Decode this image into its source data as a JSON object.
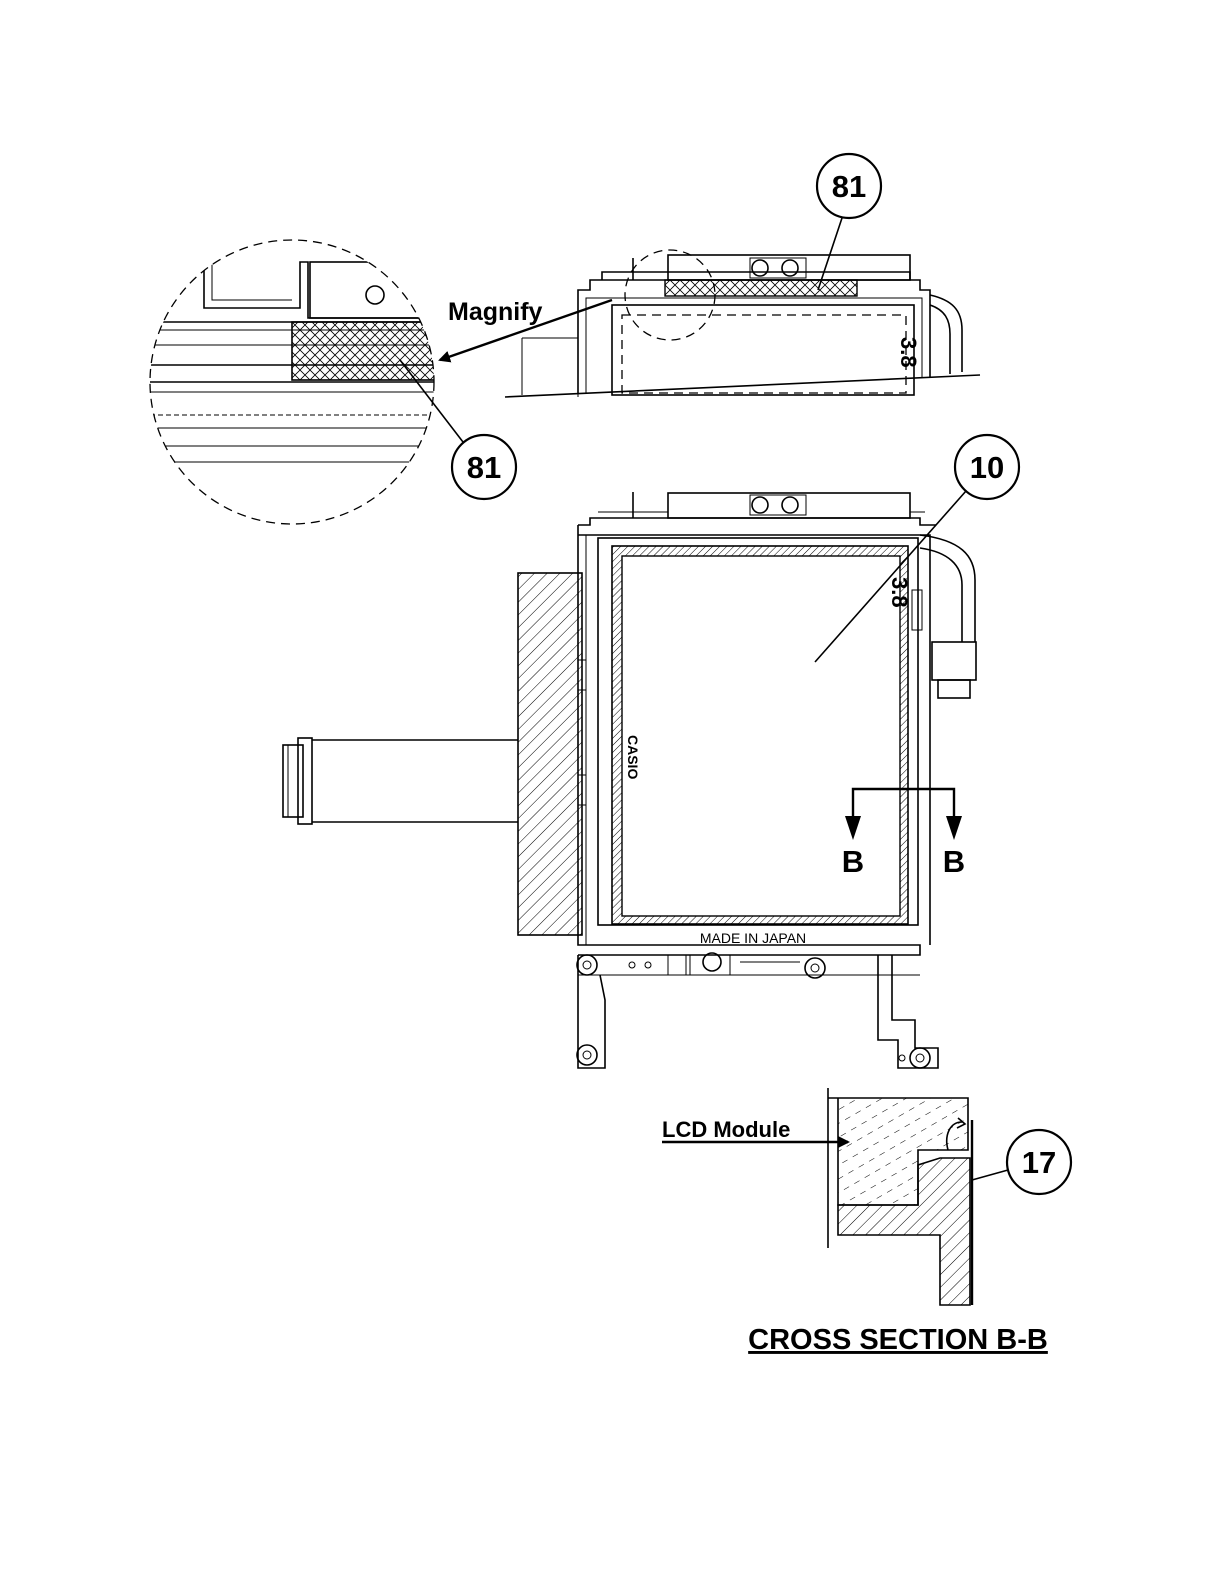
{
  "callouts": {
    "top_part": "81",
    "magnified_part": "81",
    "lcd_panel": "10",
    "cross_section_part": "17"
  },
  "labels": {
    "magnify": "Magnify",
    "section_marker_left": "B",
    "section_marker_right": "B",
    "lcd_module": "LCD Module",
    "made_in": "MADE IN JAPAN",
    "brand": "CASIO",
    "size_marking": "3.8"
  },
  "title": "CROSS SECTION B-B"
}
